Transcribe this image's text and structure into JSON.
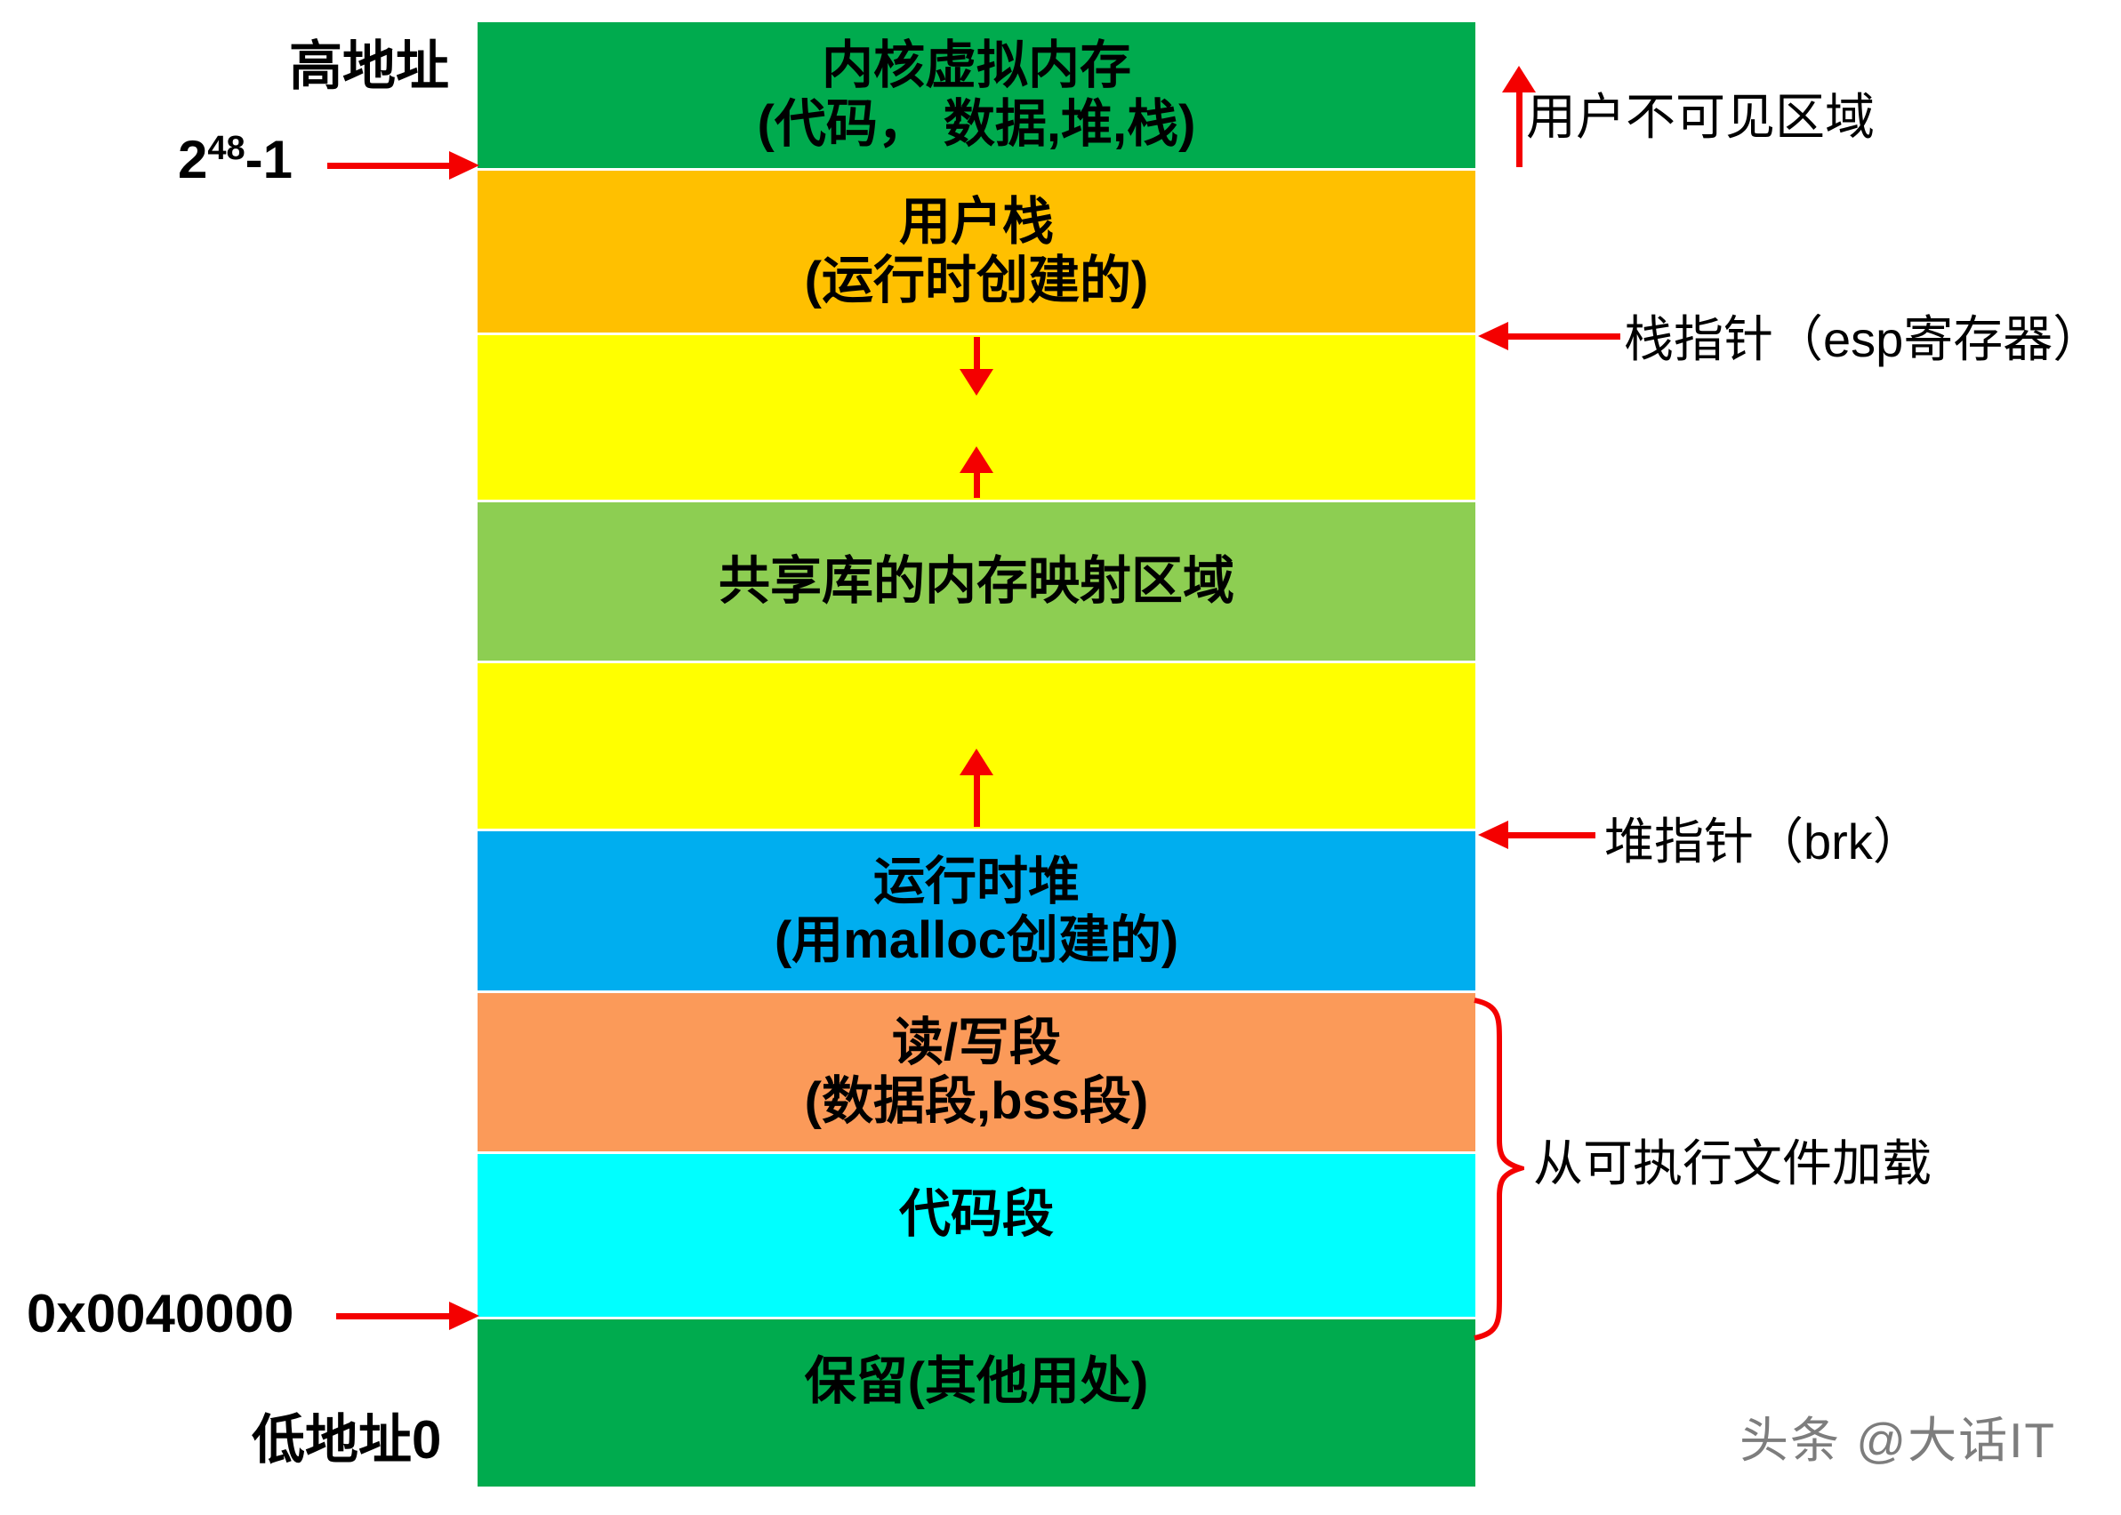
{
  "colors": {
    "red_accent": "#F40000",
    "green": "#00AB4E",
    "orange": "#FFC000",
    "yellow": "#FFFF00",
    "light_green": "#8DCE52",
    "blue": "#00AEEF",
    "salmon": "#FB9A59",
    "cyan": "#00FFFF",
    "watermark_gray": "#6F6F6F"
  },
  "left_labels": {
    "high_address": "高地址",
    "top_address_base": "2",
    "top_address_exponent": "48",
    "top_address_suffix": "-1",
    "code_start_address": "0x0040000",
    "low_address": "低地址0"
  },
  "right_labels": {
    "kernel_note": "用户不可见区域",
    "stack_pointer": "栈指针（esp寄存器）",
    "heap_pointer": "堆指针（brk）",
    "executable_note": "从可执行文件加载"
  },
  "segments": [
    {
      "name": "kernel-virtual-memory",
      "line1": "内核虚拟内存",
      "line2": "(代码， 数据,堆,栈)",
      "color": "#00AB4E"
    },
    {
      "name": "user-stack",
      "line1": "用户栈",
      "line2": "(运行时创建的)",
      "color": "#FFC000"
    },
    {
      "name": "stack-growth-gap",
      "color": "#FFFF00"
    },
    {
      "name": "shared-library-mmap",
      "line1": "共享库的内存映射区域",
      "color": "#8DCE52"
    },
    {
      "name": "heap-growth-gap",
      "color": "#FFFF00"
    },
    {
      "name": "runtime-heap",
      "line1": "运行时堆",
      "line2": "(用malloc创建的)",
      "color": "#00AEEF"
    },
    {
      "name": "read-write-segment",
      "line1": "读/写段",
      "line2": "(数据段,bss段)",
      "color": "#FB9A59"
    },
    {
      "name": "code-segment",
      "line1": "代码段",
      "color": "#00FFFF"
    },
    {
      "name": "reserved",
      "line1": "保留(其他用处)",
      "color": "#00AB4E"
    }
  ],
  "watermark": "头条 @大话IT"
}
